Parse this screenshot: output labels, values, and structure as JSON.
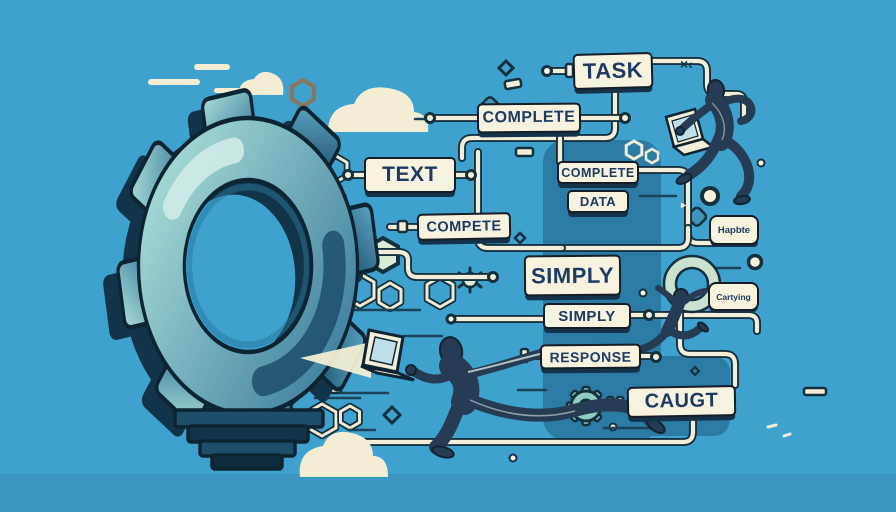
{
  "scene": {
    "background_color": "#3FA2CE",
    "ground_color": "#3B97C2",
    "panel_color": "#2C7BA4",
    "label_background": "#F7F3DF",
    "label_text_color": "#1D3A63",
    "pipe_color": "#F2EEDA",
    "pipe_outline": "#15313F",
    "figure_color": "#263C54",
    "gear_light": "#BFE4DF",
    "gear_dark": "#1C4C66",
    "small_gear_color": "#8FCCC4",
    "cloud_color": "#F3EED3"
  },
  "labels": [
    {
      "id": "task",
      "text": "TASK"
    },
    {
      "id": "complete-top",
      "text": "COMPLETE"
    },
    {
      "id": "text",
      "text": "TEXT"
    },
    {
      "id": "complete-mid",
      "text": "COMPLETE"
    },
    {
      "id": "data",
      "text": "DATA"
    },
    {
      "id": "compete",
      "text": "COMPETE"
    },
    {
      "id": "simply-large",
      "text": "SIMPLY"
    },
    {
      "id": "simply-small",
      "text": "SIMPLY"
    },
    {
      "id": "response",
      "text": "RESPONSE"
    },
    {
      "id": "caugt",
      "text": "CAUGT"
    },
    {
      "id": "hapbte",
      "text": "Hapbte"
    },
    {
      "id": "cartying",
      "text": "Cartying"
    }
  ],
  "decorations": {
    "x_mark": "×‹",
    "play_mark": "▸"
  },
  "icons": {
    "main_gear": "gear",
    "small_gear": "gear",
    "carried_gear": "gear-ring",
    "clouds": "cloud",
    "laptops": "laptop",
    "figures": "running-silhouette",
    "molecules": "hexagon-molecule"
  }
}
